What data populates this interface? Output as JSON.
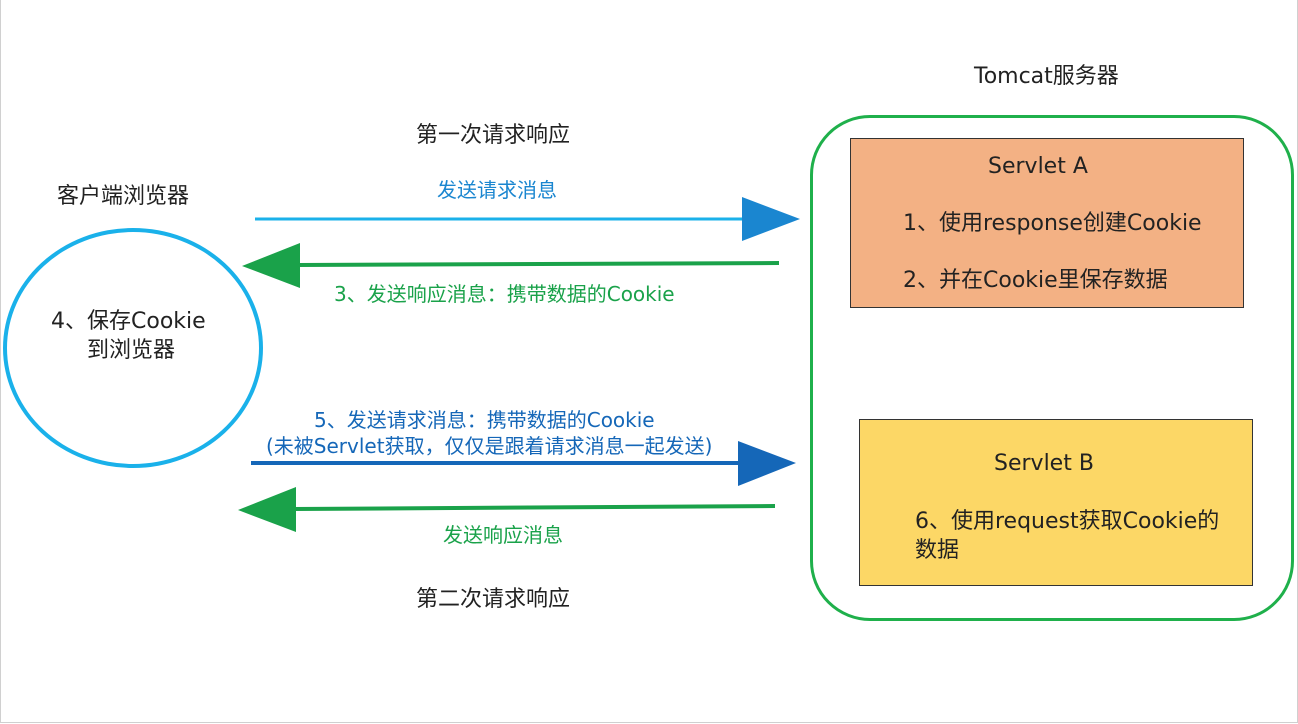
{
  "server": {
    "title": "Tomcat服务器",
    "servlet_a": {
      "name": "Servlet  A",
      "step1": "1、使用response创建Cookie",
      "step2": "2、并在Cookie里保存数据"
    },
    "servlet_b": {
      "name": "Servlet  B",
      "step6_line1": "6、使用request获取Cookie的",
      "step6_line2": "数据"
    }
  },
  "client": {
    "title": "客户端浏览器",
    "step4_line1": "4、保存Cookie",
    "step4_line2": "到浏览器"
  },
  "first_round": {
    "title": "第一次请求响应",
    "request_label": "发送请求消息",
    "response_label": "3、发送响应消息：携带数据的Cookie"
  },
  "second_round": {
    "title": "第二次请求响应",
    "request_label_line1": "5、发送请求消息：携带数据的Cookie",
    "request_label_line2": "(未被Servlet获取，仅仅是跟着请求消息一起发送)",
    "response_label": "发送响应消息"
  },
  "colors": {
    "light_blue": "#1ab1ea",
    "dark_blue": "#1567b8",
    "green": "#1aa24a",
    "servlet_a_fill": "#f3b184",
    "servlet_b_fill": "#fcd766"
  }
}
